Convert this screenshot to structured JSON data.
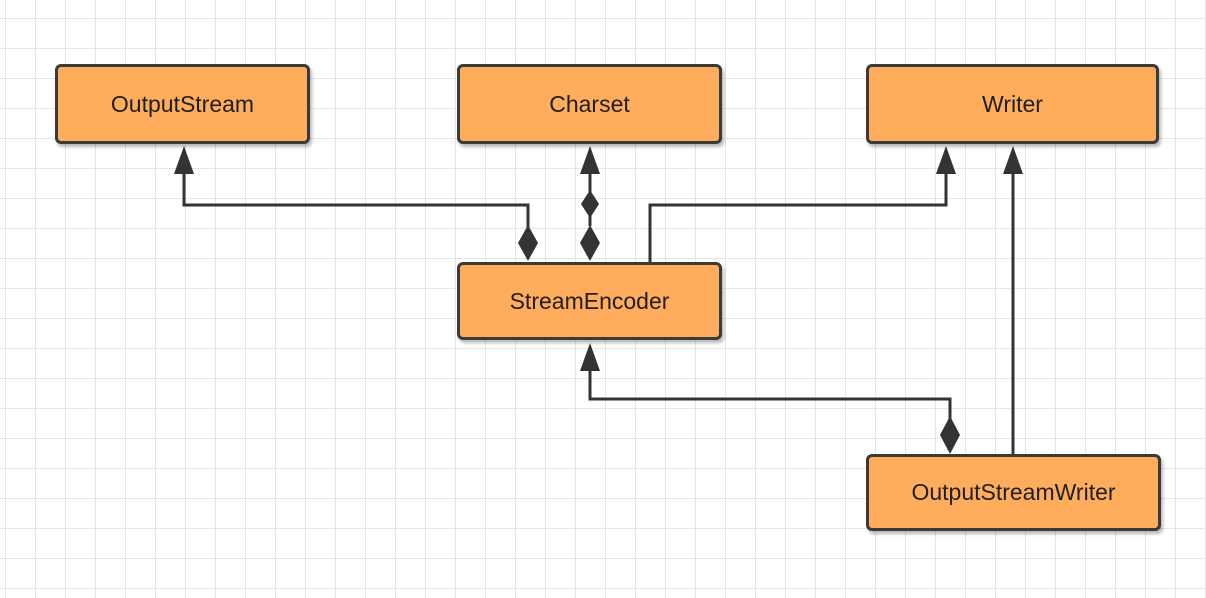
{
  "nodes": {
    "output_stream": "OutputStream",
    "charset": "Charset",
    "writer": "Writer",
    "stream_encoder": "StreamEncoder",
    "output_stream_writer": "OutputStreamWriter"
  },
  "colors": {
    "node_fill": "#ffac5c",
    "node_border": "#3a3a3a",
    "connector": "#333333",
    "grid": "#e6e6e6"
  },
  "relationships": [
    {
      "from": "StreamEncoder",
      "to": "OutputStream",
      "kind": "composition"
    },
    {
      "from": "StreamEncoder",
      "to": "Charset",
      "kind": "composition"
    },
    {
      "from": "StreamEncoder",
      "to": "Writer",
      "kind": "inheritance"
    },
    {
      "from": "OutputStreamWriter",
      "to": "StreamEncoder",
      "kind": "composition"
    },
    {
      "from": "OutputStreamWriter",
      "to": "Writer",
      "kind": "inheritance"
    }
  ]
}
